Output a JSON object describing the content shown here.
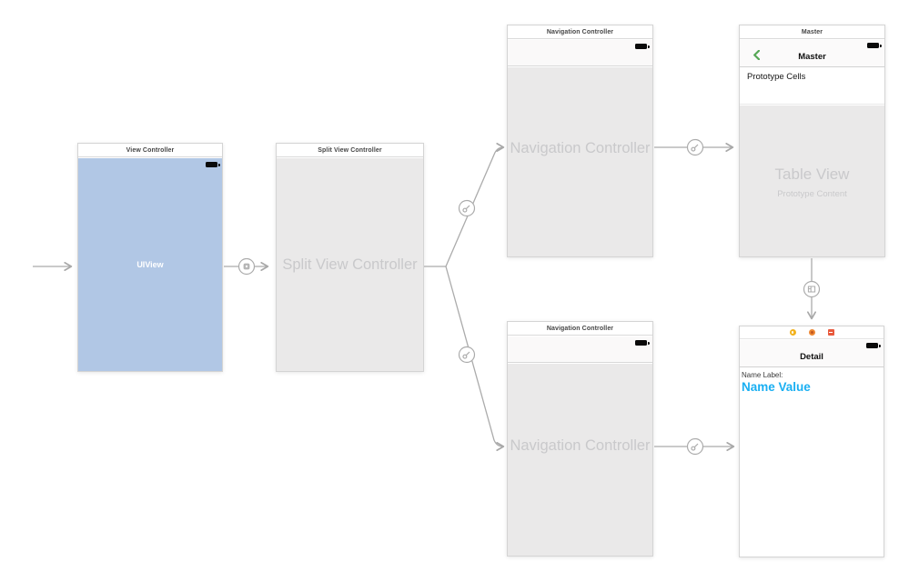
{
  "scenes": {
    "view_controller": {
      "titlebar": "View Controller",
      "view_label": "UIView"
    },
    "split_view_controller": {
      "titlebar": "Split View Controller",
      "placeholder": "Split View Controller"
    },
    "navigation_controller_top": {
      "titlebar": "Navigation Controller",
      "placeholder": "Navigation Controller"
    },
    "navigation_controller_bottom": {
      "titlebar": "Navigation Controller",
      "placeholder": "Navigation Controller"
    },
    "master": {
      "titlebar": "Master",
      "nav_title": "Master",
      "section_header": "Prototype Cells",
      "table_placeholder_title": "Table View",
      "table_placeholder_subtitle": "Prototype Content"
    },
    "detail": {
      "nav_title": "Detail",
      "name_label": "Name Label:",
      "name_value": "Name Value"
    }
  },
  "icons": {
    "battery": "battery-icon",
    "back_chevron": "chevron-left-icon",
    "dock": [
      "view-controller-icon",
      "first-responder-icon",
      "exit-icon"
    ],
    "segues": {
      "embed": "embed-segue-icon",
      "relationship": "relationship-segue-icon",
      "show_detail": "show-detail-segue-icon"
    }
  },
  "colors": {
    "uiview_blue": "#B1C7E5",
    "scene_gray": "#EAE9E9",
    "placeholder_text": "#C9C9CB",
    "name_value_cyan": "#19AFF2",
    "back_chevron_green": "#57A857",
    "dock_yellow": "#F2B21E",
    "dock_orange": "#ED8733",
    "dock_red": "#E8593C",
    "connector_gray": "#A8A8A8"
  }
}
